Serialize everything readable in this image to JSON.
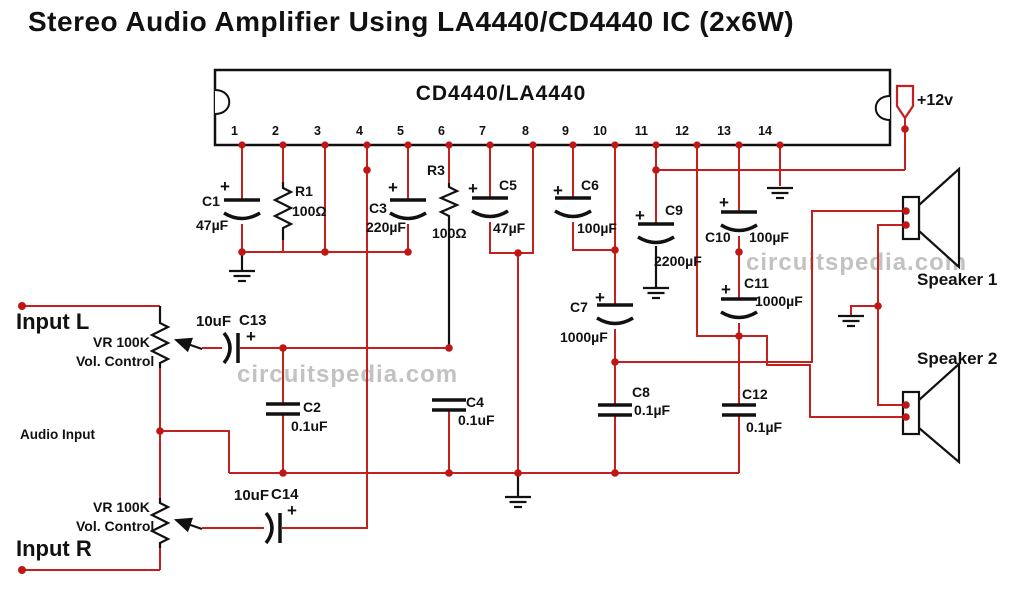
{
  "title": "Stereo Audio Amplifier Using LA4440/CD4440 IC (2x6W)",
  "ic": {
    "label": "CD4440/LA4440",
    "pins": [
      "1",
      "2",
      "3",
      "4",
      "5",
      "6",
      "7",
      "8",
      "9",
      "10",
      "11",
      "12",
      "13",
      "14"
    ]
  },
  "power": {
    "label": "+12v"
  },
  "inputs": {
    "left": "Input L",
    "right": "Input R",
    "audio": "Audio Input"
  },
  "pots": {
    "left": {
      "value": "VR 100K",
      "caption": "Vol. Control"
    },
    "right": {
      "value": "VR 100K",
      "caption": "Vol. Control"
    }
  },
  "speakers": {
    "s1": "Speaker 1",
    "s2": "Speaker 2"
  },
  "symbols": {
    "plus": "+"
  },
  "components": {
    "c1": {
      "name": "C1",
      "value": "47µF"
    },
    "r1": {
      "name": "R1",
      "value": "100Ω"
    },
    "c3": {
      "name": "C3",
      "value": "220µF"
    },
    "r3": {
      "name": "R3",
      "value": "100Ω"
    },
    "c5": {
      "name": "C5",
      "value": "47µF"
    },
    "c6": {
      "name": "C6",
      "value": "100µF"
    },
    "c9": {
      "name": "C9",
      "value": "2200µF"
    },
    "c10": {
      "name": "C10",
      "value": "100µF"
    },
    "c11": {
      "name": "C11",
      "value": "1000µF"
    },
    "c7": {
      "name": "C7",
      "value": "1000µF"
    },
    "c8": {
      "name": "C8",
      "value": "0.1µF"
    },
    "c12": {
      "name": "C12",
      "value": "0.1µF"
    },
    "c2": {
      "name": "C2",
      "value": "0.1uF"
    },
    "c4": {
      "name": "C4",
      "value": "0.1uF"
    },
    "c13": {
      "name": "C13",
      "value": "10uF"
    },
    "c14": {
      "name": "C14",
      "value": "10uF"
    }
  },
  "watermark": "circuitspedia.com",
  "colors": {
    "wire": "#c42020",
    "junction": "#c11616",
    "component": "#111111",
    "watermark": "#bcbcbc"
  }
}
